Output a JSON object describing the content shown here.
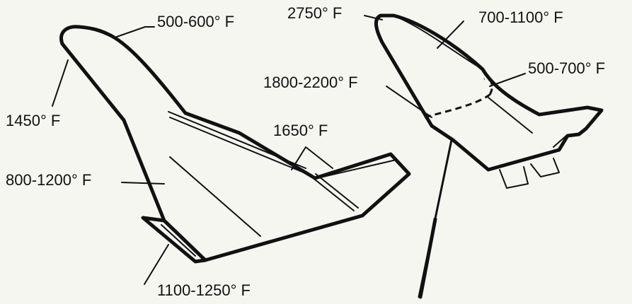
{
  "labels": {
    "nose_upper": "500-600° F",
    "nose_tip": "1450° F",
    "wing_lower": "800-1200° F",
    "fin": "1650° F",
    "body_flap": "1100-1250° F",
    "orbiter_nose": "2750° F",
    "orbiter_upper": "700-1100° F",
    "orbiter_side": "1800-2200° F",
    "orbiter_aft": "500-700° F"
  }
}
